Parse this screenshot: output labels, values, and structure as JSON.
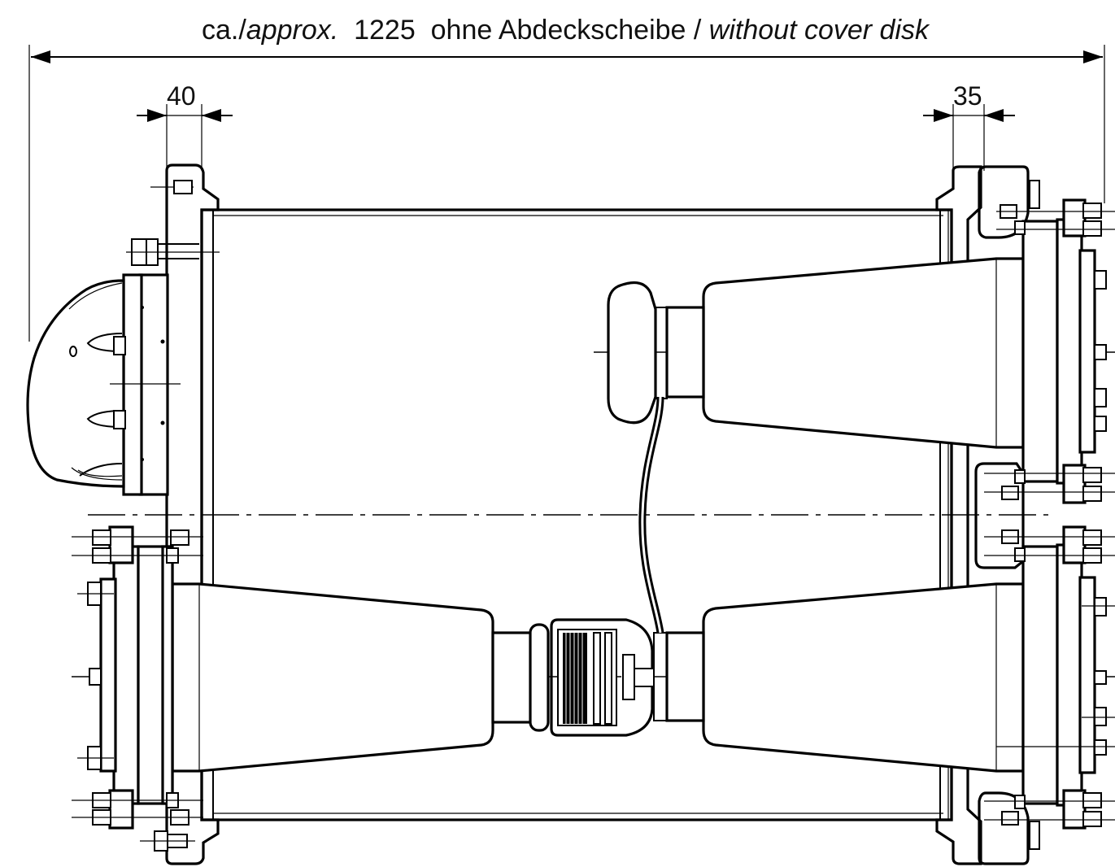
{
  "title": {
    "prefix": "ca./",
    "prefix_italic": "approx.",
    "value": "1225",
    "text_de": "ohne Abdeckscheibe /",
    "text_en_italic": "without cover disk"
  },
  "dimensions": {
    "left_flange": "40",
    "right_flange": "35"
  },
  "colors": {
    "line": "#000000",
    "background": "#ffffff"
  }
}
